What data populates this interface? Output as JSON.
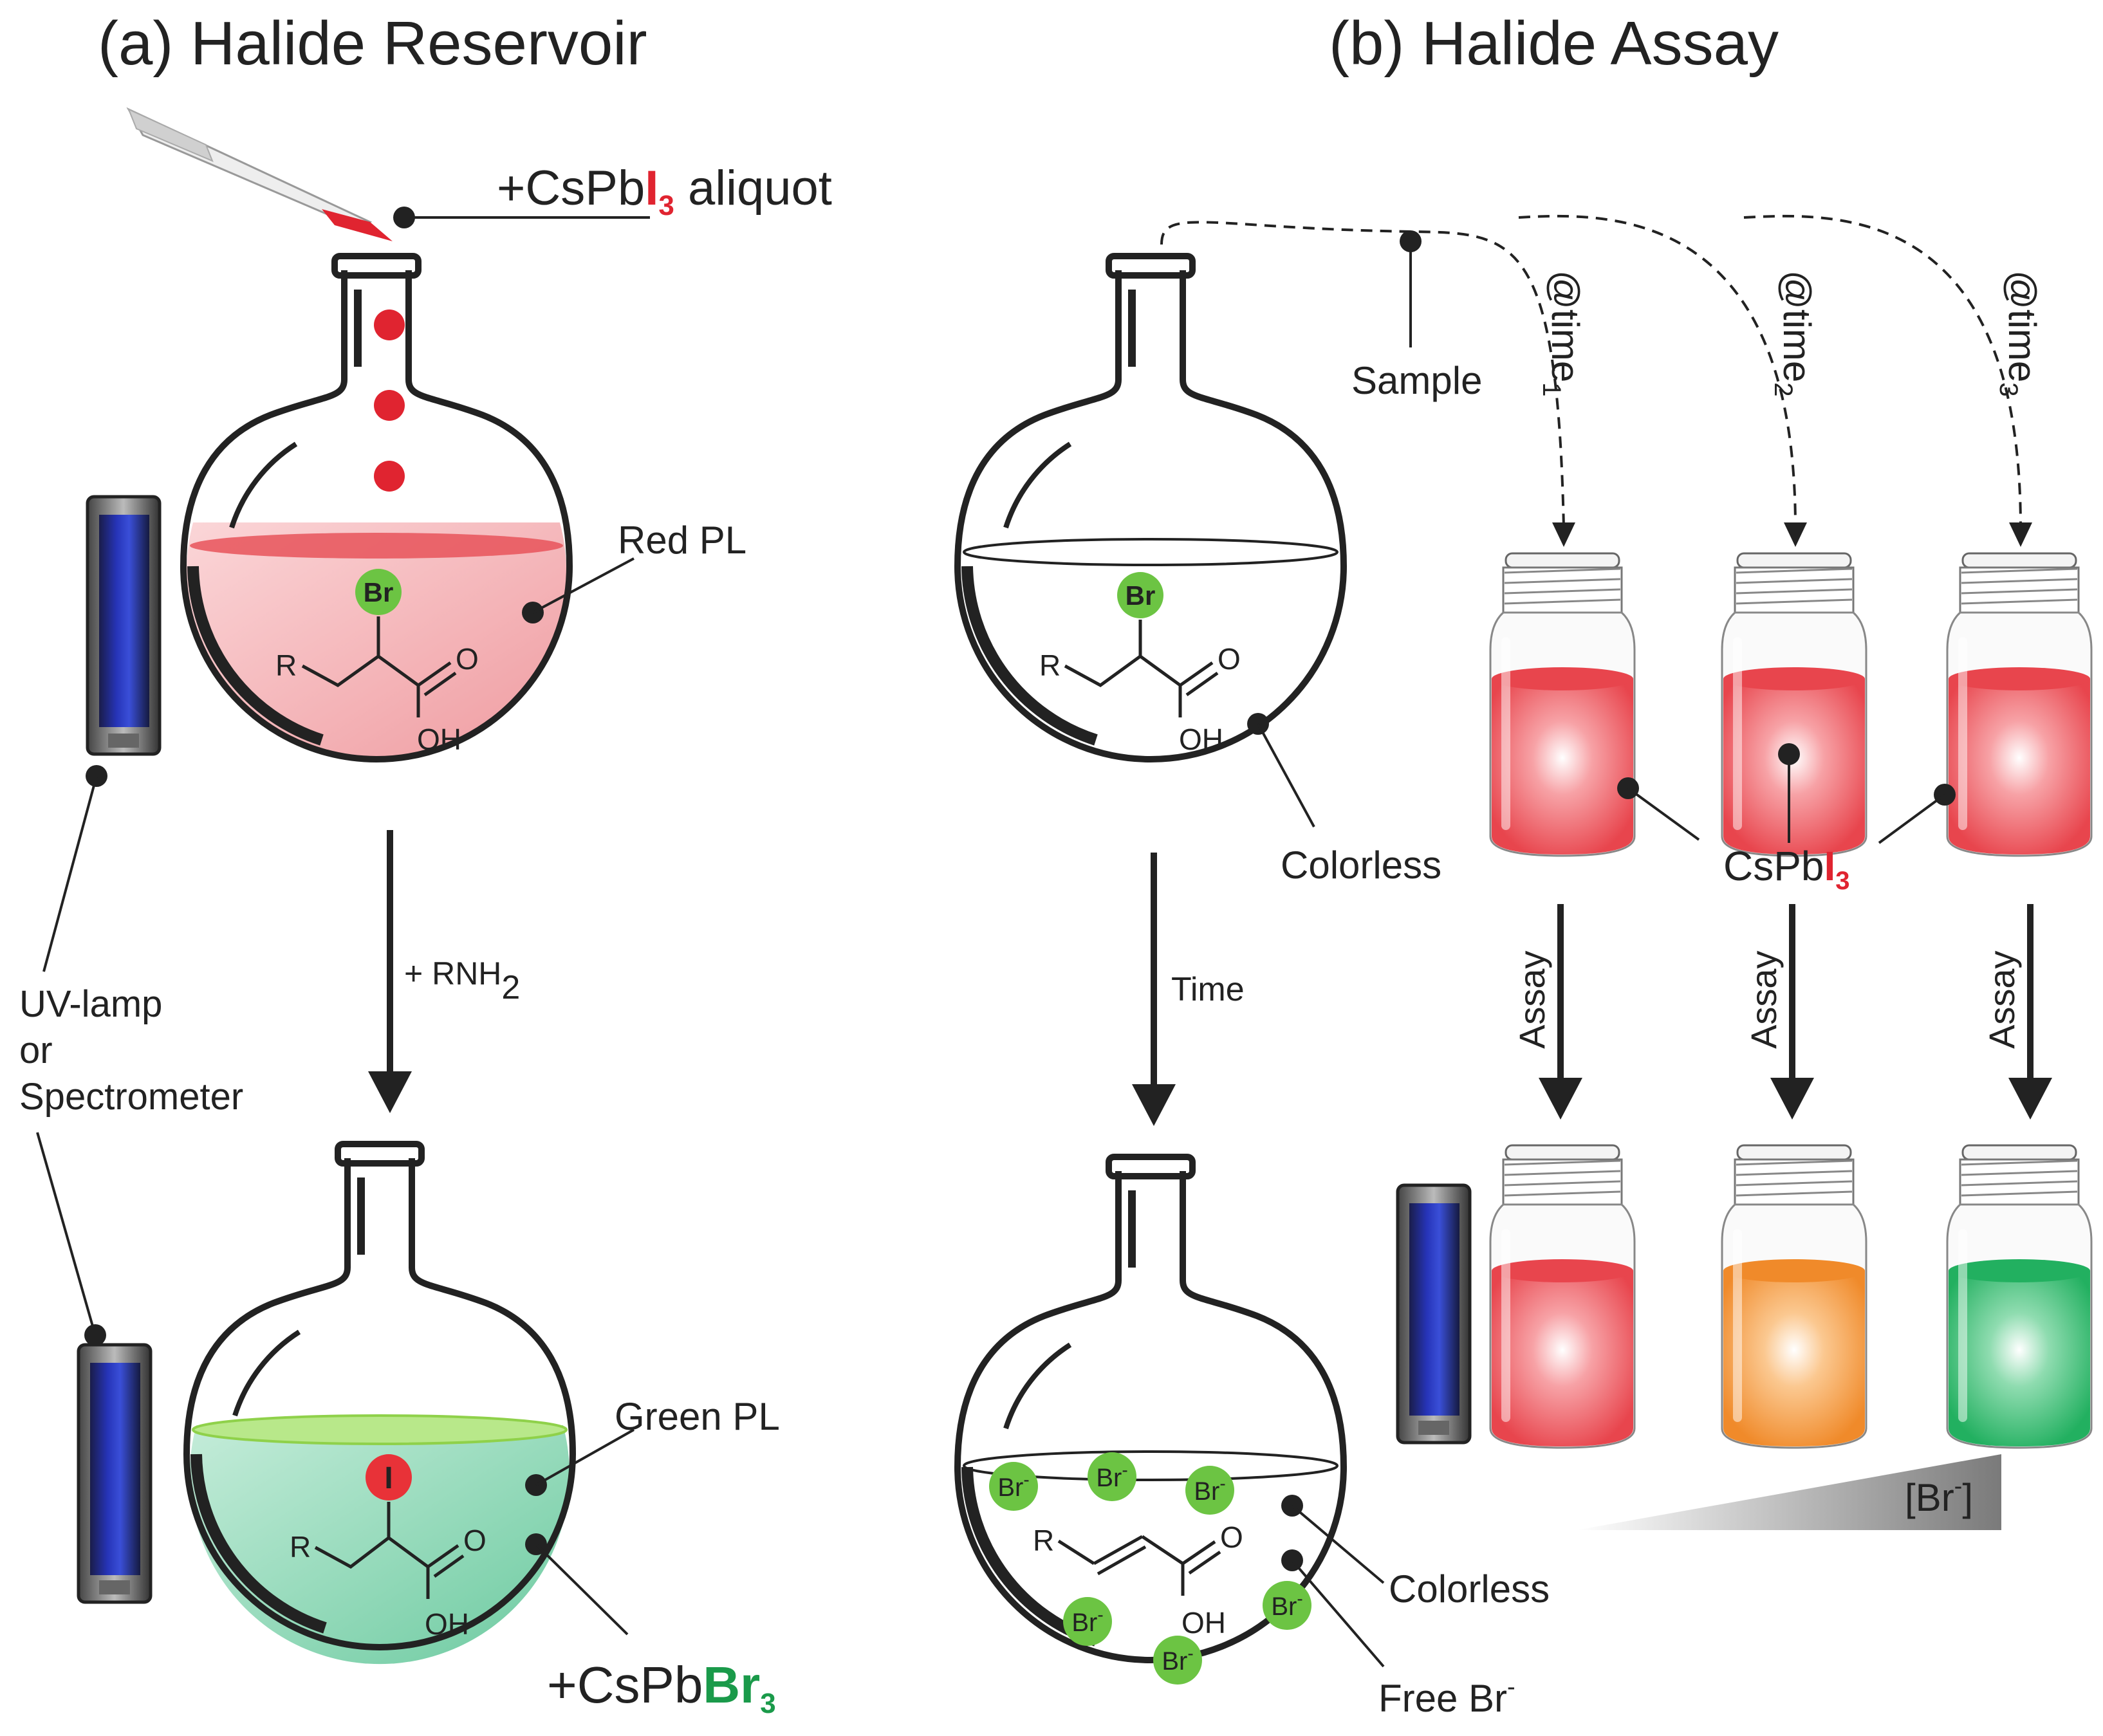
{
  "panel_a": {
    "title": "(a) Halide Reservoir",
    "aliquot_prefix": "+CsPb",
    "aliquot_halide": "I",
    "aliquot_sub": "3",
    "aliquot_suffix": " aliquot",
    "red_pl": "Red PL",
    "br_atom": "Br",
    "r_group": "R",
    "o_atom": "O",
    "oh_group": "OH",
    "reagent_prefix": "+ RNH",
    "reagent_sub": "2",
    "uv_label_1": "UV-lamp",
    "uv_label_2": "or",
    "uv_label_3": "Spectrometer",
    "green_pl": "Green PL",
    "i_atom": "I",
    "product_prefix": "+CsPb",
    "product_halide": "Br",
    "product_sub": "3"
  },
  "panel_b": {
    "title": "(b) Halide Assay",
    "sample": "Sample",
    "time_prefix": "@time",
    "time_subs": [
      "1",
      "2",
      "3"
    ],
    "colorless_top": "Colorless",
    "time_label": "Time",
    "reagent_prefix": "CsPb",
    "reagent_halide": "I",
    "reagent_sub": "3",
    "assay": "Assay",
    "br_conc_prefix": "[Br",
    "br_conc_sup": "-",
    "br_conc_suffix": "]",
    "colorless_bottom": "Colorless",
    "free_br_prefix": "Free Br",
    "free_br_sup": "-",
    "br_ion": "Br",
    "br_ion_sup": "-"
  },
  "colors": {
    "red_liquid": "#f07a80",
    "red_solution": "#f6b9bd",
    "green_solution": "#9bdcc0",
    "orange_liquid": "#f7a64a",
    "green_liquid": "#36c07a",
    "br_circle": "#6cc443",
    "i_circle": "#e83238",
    "halide_red": "#e02430",
    "halide_green": "#1a9a4a"
  }
}
